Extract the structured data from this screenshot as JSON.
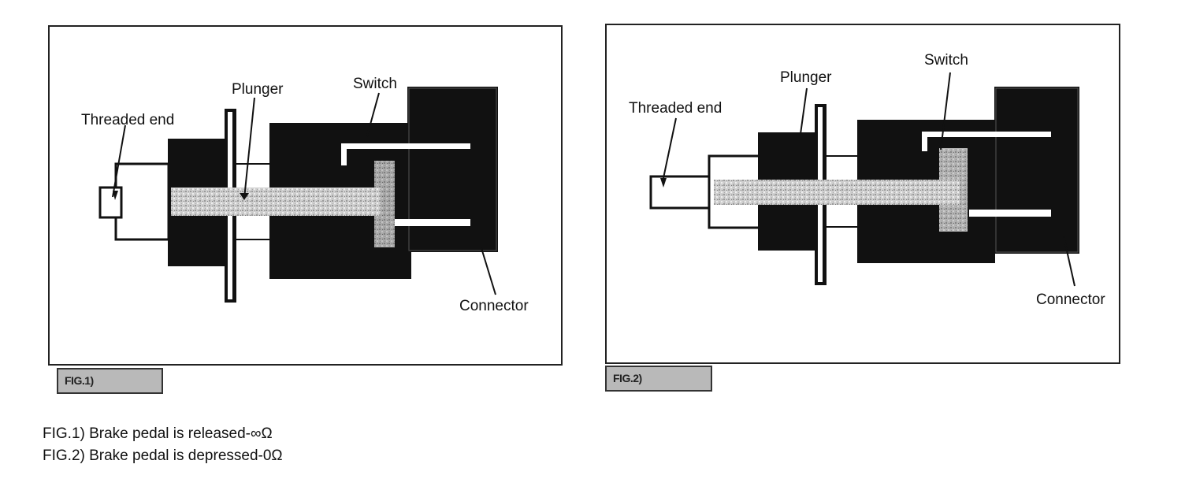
{
  "figures": [
    {
      "labels": {
        "threaded_end": "Threaded end",
        "plunger": "Plunger",
        "switch": "Switch",
        "connector": "Connector"
      },
      "tag": "FIG.1)"
    },
    {
      "labels": {
        "threaded_end": "Threaded end",
        "plunger": "Plunger",
        "switch": "Switch",
        "connector": "Connector"
      },
      "tag": "FIG.2)"
    }
  ],
  "captions": [
    "FIG.1) Brake pedal is released-∞Ω",
    "FIG.2) Brake pedal is depressed-0Ω"
  ],
  "colors": {
    "body": "#111111",
    "tag_background": "#b9b9b9",
    "plunger_texture": "#c8c8c8"
  }
}
